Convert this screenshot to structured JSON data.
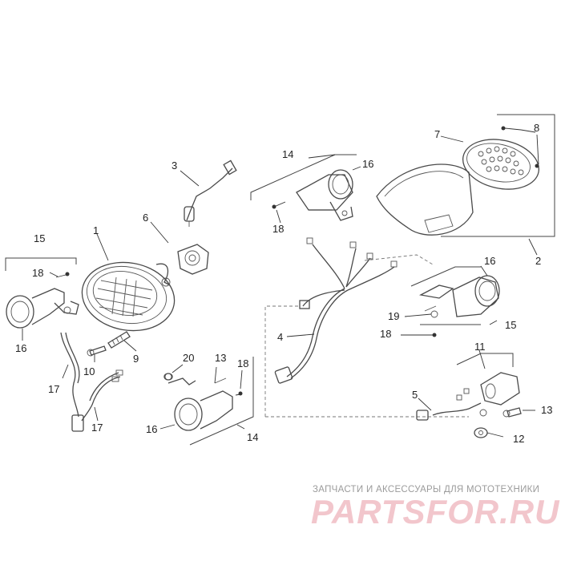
{
  "diagram": {
    "callouts": [
      "1",
      "2",
      "3",
      "4",
      "5",
      "6",
      "7",
      "8",
      "9",
      "10",
      "11",
      "12",
      "13",
      "13",
      "14",
      "14",
      "14",
      "15",
      "15",
      "15",
      "16",
      "16",
      "16",
      "16",
      "17",
      "17",
      "18",
      "18",
      "18",
      "18",
      "19",
      "20"
    ]
  },
  "watermark": {
    "tagline": "ЗАПЧАСТИ И АКСЕССУАРЫ ДЛЯ МОТОТЕХНИКИ",
    "logo": "PARTSFOR.RU"
  }
}
